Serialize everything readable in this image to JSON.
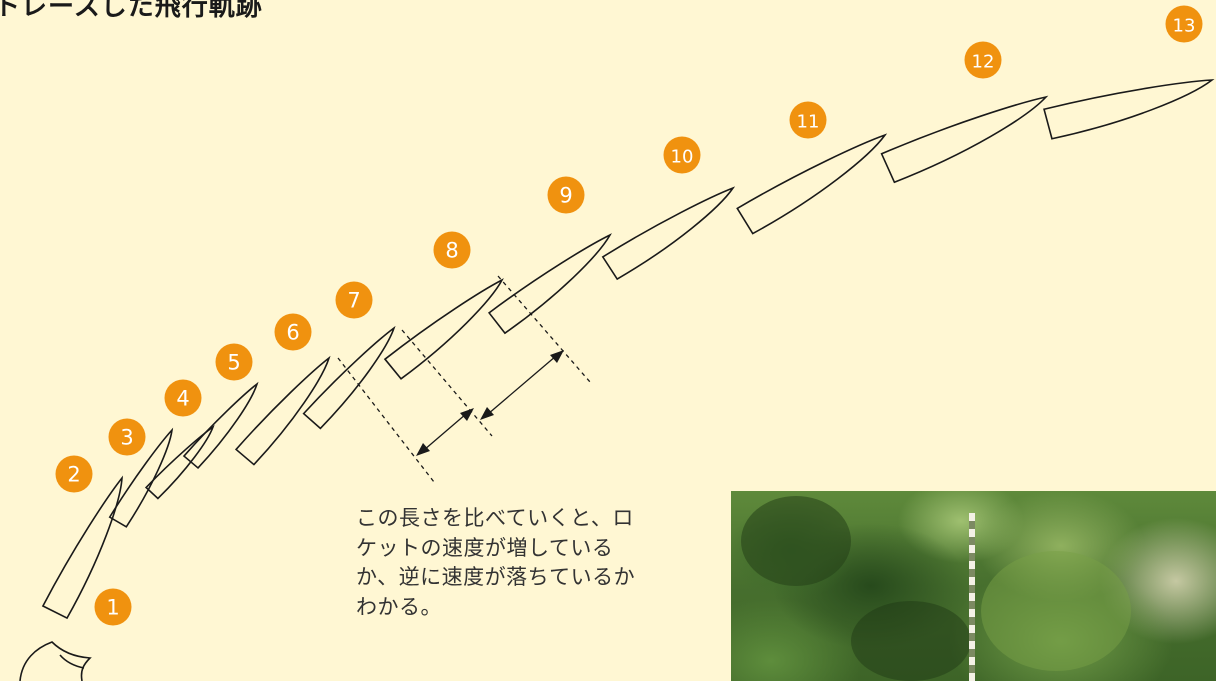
{
  "title": "トレースした飛行軌跡",
  "caption": {
    "lines": [
      "この長さを比べていくと、ロ",
      "ケットの速度が増している",
      "か、逆に速度が落ちているか",
      "わかる。"
    ]
  },
  "frames": [
    "1",
    "2",
    "3",
    "4",
    "5",
    "6",
    "7",
    "8",
    "9",
    "10",
    "11",
    "12",
    "13"
  ],
  "colors": {
    "background": "#fff7d3",
    "badge": "#f0920f",
    "outline": "#1a1a1a"
  },
  "photo": {
    "subject": "launch-site-trees-with-marker-pole"
  }
}
